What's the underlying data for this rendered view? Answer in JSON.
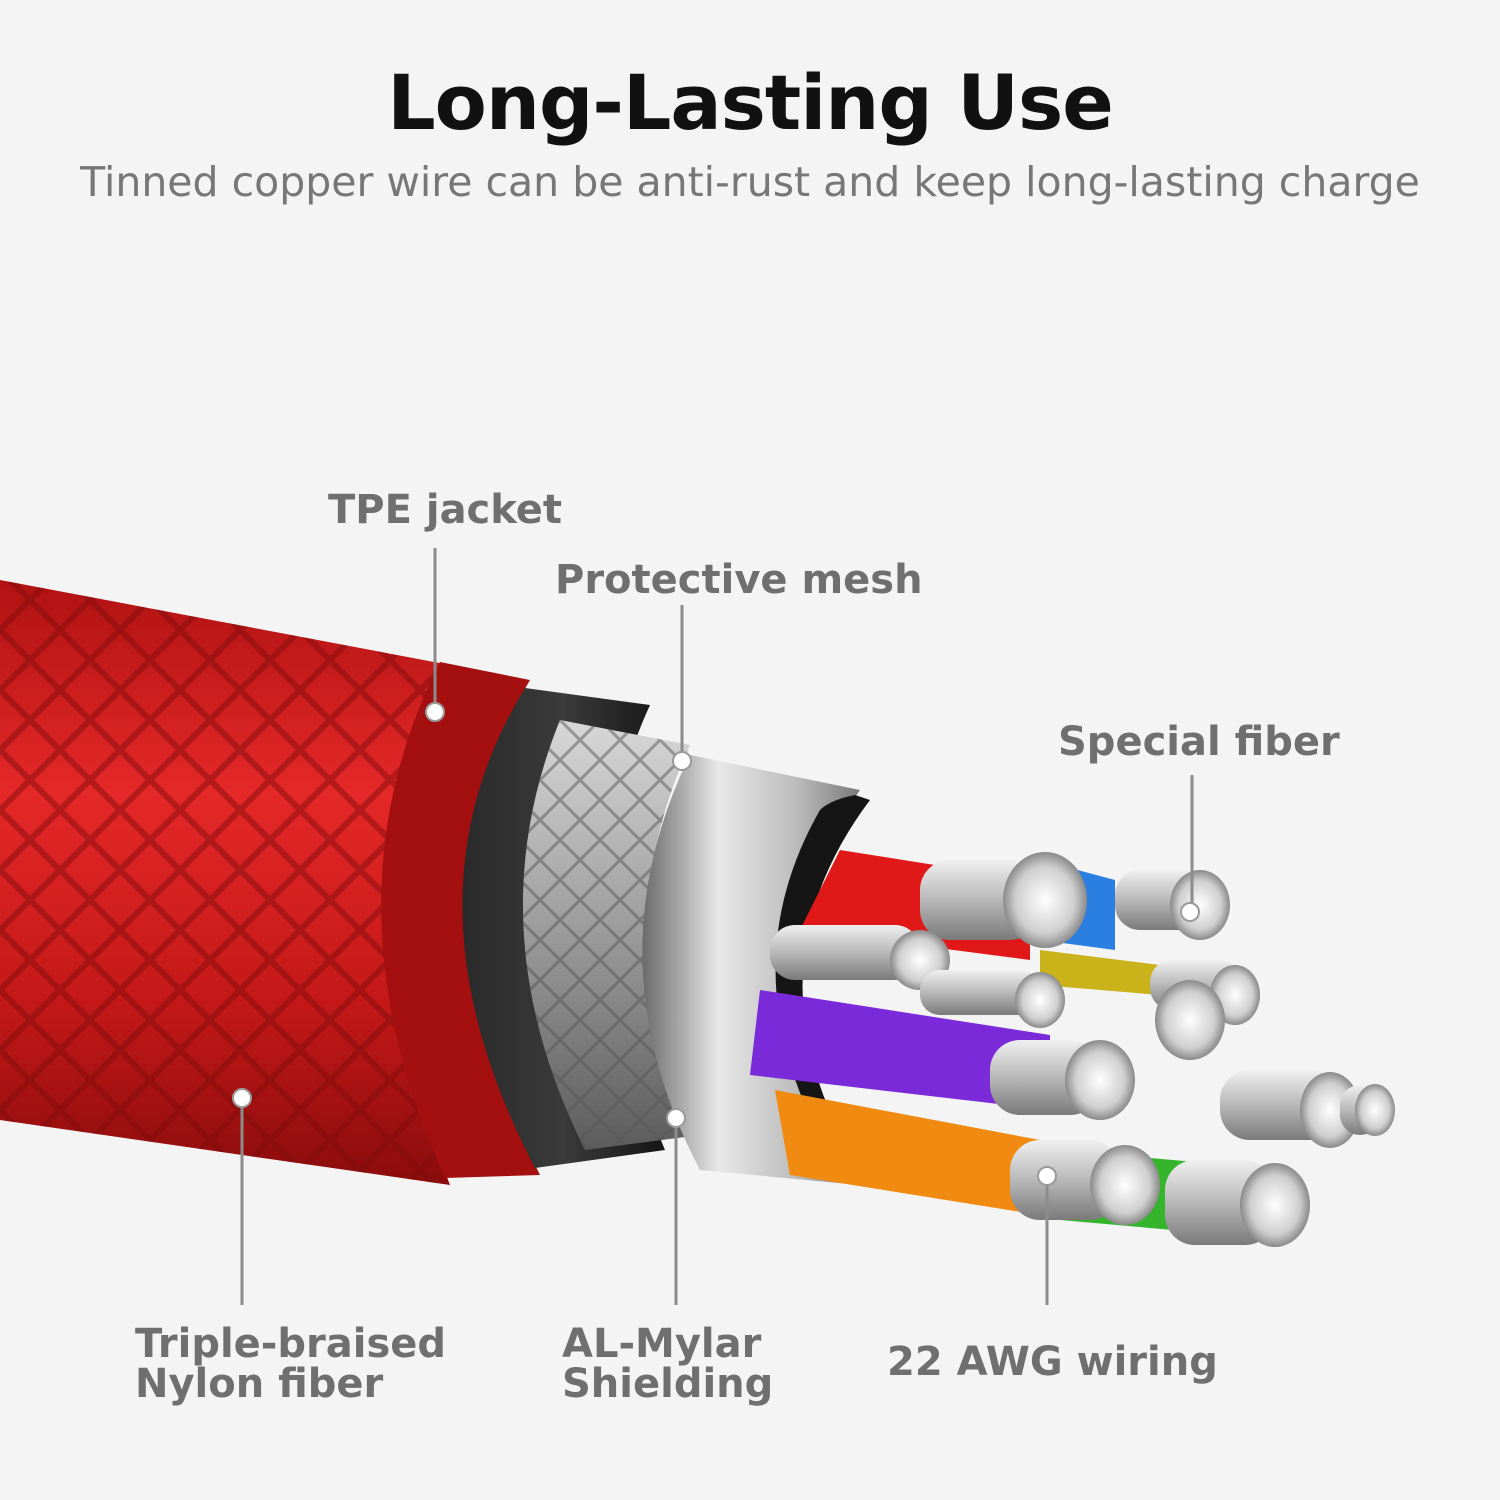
{
  "title": "Long-Lasting Use",
  "subtitle": "Tinned copper wire can be anti-rust and keep long-lasting charge",
  "labels": {
    "tpe_jacket": "TPE jacket",
    "protective_mesh": "Protective mesh",
    "special_fiber": "Special fiber",
    "nylon_line1": "Triple-braised",
    "nylon_line2": "Nylon fiber",
    "mylar_line1": "AL-Mylar",
    "mylar_line2": "Shielding",
    "awg_wiring": "22 AWG wiring"
  },
  "colors": {
    "braid": "#d42020",
    "jacket": "#1e1e1e",
    "wire_red": "#e01818",
    "wire_blue": "#2a7fe0",
    "wire_purple": "#7a2ad8",
    "wire_orange": "#f08a10",
    "wire_green": "#34b52c",
    "wire_yellow": "#c9b21a"
  }
}
